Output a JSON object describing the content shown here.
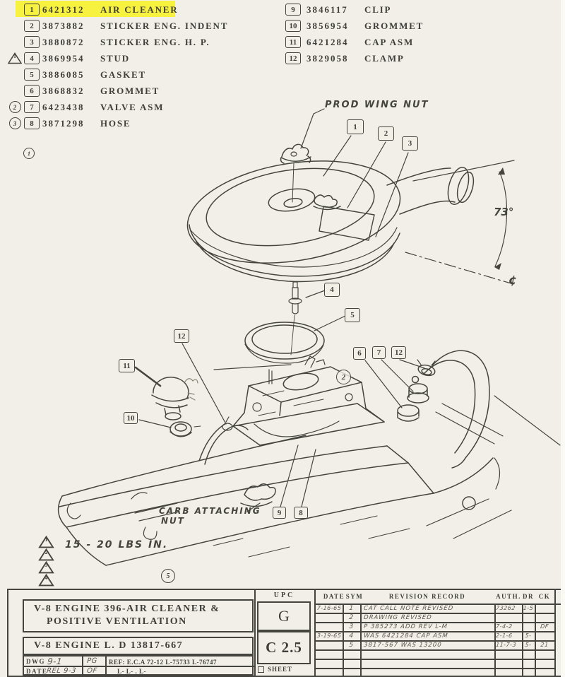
{
  "page": {
    "bg_color": "#f1efe7",
    "ink_color": "#45443f",
    "highlight_color": "#f7f23f"
  },
  "parts_list": {
    "left_rows": [
      {
        "flag": "",
        "num": "1",
        "part": "6421312",
        "desc": "AIR CLEANER"
      },
      {
        "flag": "",
        "num": "2",
        "part": "3873882",
        "desc": "STICKER ENG. INDENT"
      },
      {
        "flag": "",
        "num": "3",
        "part": "3880872",
        "desc": "STICKER ENG. H. P."
      },
      {
        "flag": "1",
        "num": "4",
        "part": "3869954",
        "desc": "STUD"
      },
      {
        "flag": "",
        "num": "5",
        "part": "3886085",
        "desc": "GASKET"
      },
      {
        "flag": "",
        "num": "6",
        "part": "3868832",
        "desc": "GROMMET"
      },
      {
        "flag": "2",
        "num": "7",
        "part": "6423438",
        "desc": "VALVE ASM"
      },
      {
        "flag": "3",
        "num": "8",
        "part": "3871298",
        "desc": "HOSE"
      }
    ],
    "right_rows": [
      {
        "num": "9",
        "part": "3846117",
        "desc": "CLIP"
      },
      {
        "num": "10",
        "part": "3856954",
        "desc": "GROMMET"
      },
      {
        "num": "11",
        "part": "6421284",
        "desc": "CAP ASM"
      },
      {
        "num": "12",
        "part": "3829058",
        "desc": "CLAMP"
      }
    ],
    "below_circle": "1"
  },
  "diagram": {
    "labels": {
      "prod_wing_nut": "PROD WING NUT",
      "carb_attaching_1": "CARB  ATTACHING",
      "carb_attaching_2": "NUT",
      "torque_note": "15 - 20 LBS IN.",
      "angle_value": "73°",
      "centerline": "¢"
    },
    "callouts": {
      "c1": "1",
      "c2": "2",
      "c3": "3",
      "c4": "4",
      "c5": "5",
      "c6": "6",
      "c7": "7",
      "c8": "8",
      "c9": "9",
      "c10": "10",
      "c11": "11",
      "c12": "12"
    },
    "circles": {
      "two": "2",
      "five": "5"
    },
    "torque_flags": [
      "1",
      "2",
      "3",
      "4"
    ]
  },
  "title_block": {
    "title_line1": "V-8 ENGINE 396-AIR CLEANER &",
    "title_line2": "POSITIVE VENTILATION",
    "model_line": "V-8 ENGINE L. D  13817-667",
    "dwg_label": "DWG",
    "dwg_value": "9-1",
    "date_label": "DATE",
    "date_value": "REL 9-3",
    "pg_box": "PG",
    "of_box": "OF",
    "ref_line1": "REF: E.C.A 72-12 L-75733    L-76747",
    "ref_line2": "L-              L-    .        L-",
    "upc_label": "UPC",
    "upc_group": "G",
    "upc_zone": "C 2.5",
    "sheet_label": "SHEET",
    "rev_headers": {
      "date": "DATE",
      "sym": "SYM",
      "record": "REVISION RECORD",
      "auth": "AUTH.",
      "dr": "DR",
      "ck": "CK"
    },
    "rev_rows": [
      {
        "date": "7-16-65",
        "sym": "1",
        "record": "CAT CALL NOTE REVISED",
        "auth": "73262",
        "dr": "1-5",
        "ck": ""
      },
      {
        "date": "",
        "sym": "2",
        "record": "DRAWING REVISED",
        "auth": "",
        "dr": "",
        "ck": ""
      },
      {
        "date": "",
        "sym": "3",
        "record": "P 385273 ADD REV  L-M",
        "auth": "7-4-2",
        "dr": "",
        "ck": "DF"
      },
      {
        "date": "3-19-65",
        "sym": "4",
        "record": "WAS 6421284 CAP ASM",
        "auth": "2-1-6",
        "dr": "5-",
        "ck": ""
      },
      {
        "date": "",
        "sym": "5",
        "record": "3817-567 WAS 13200",
        "auth": "11-7-3",
        "dr": "5-",
        "ck": "21"
      },
      {
        "date": "",
        "sym": "",
        "record": "",
        "auth": "",
        "dr": "",
        "ck": ""
      },
      {
        "date": "",
        "sym": "",
        "record": "",
        "auth": "",
        "dr": "",
        "ck": ""
      },
      {
        "date": "",
        "sym": "",
        "record": "",
        "auth": "",
        "dr": "",
        "ck": ""
      }
    ]
  }
}
